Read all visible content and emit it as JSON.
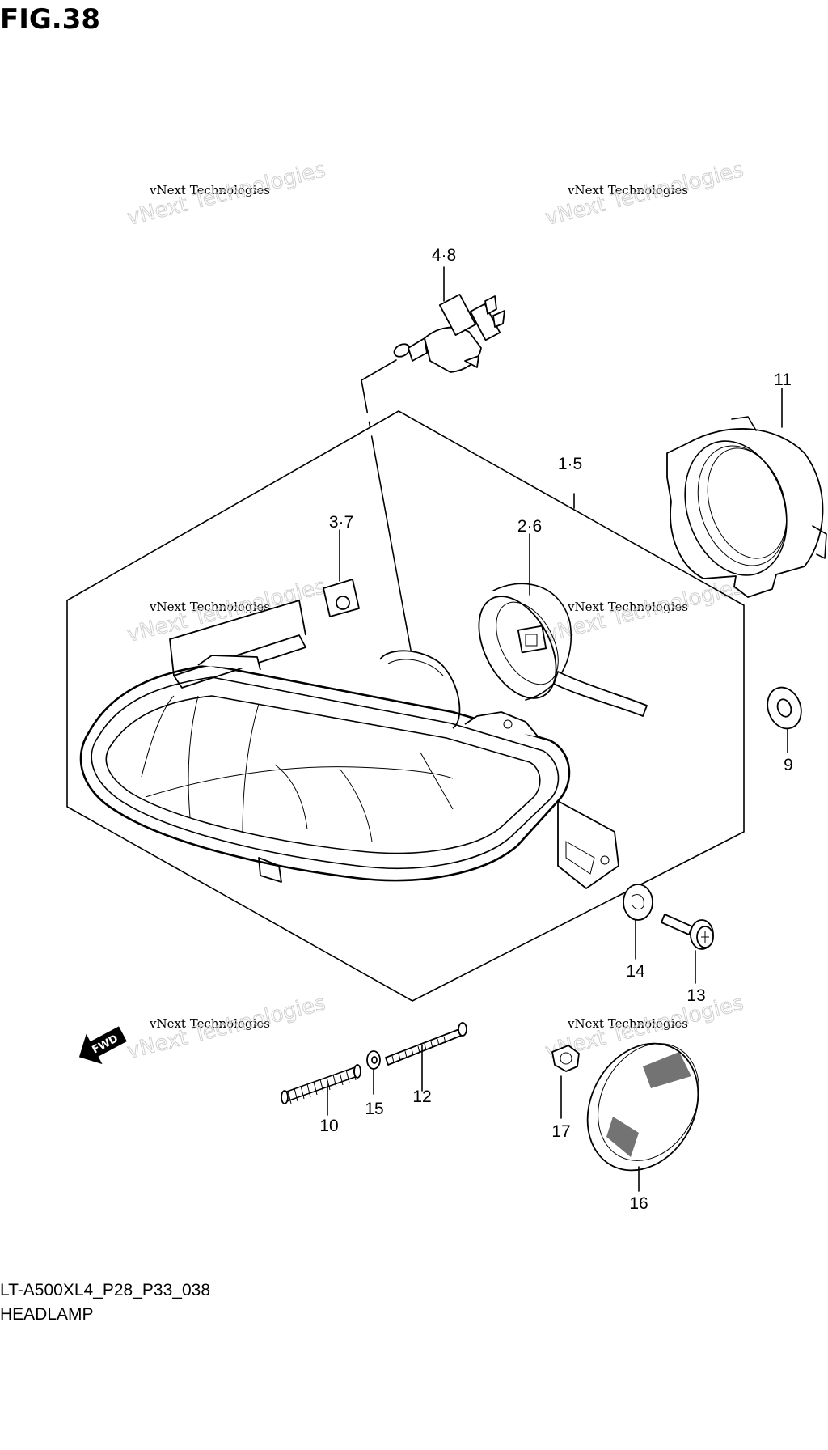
{
  "figure": {
    "title": "FIG.38"
  },
  "callouts": {
    "c48": "4·8",
    "c15": "1·5",
    "c37": "3·7",
    "c26": "2·6",
    "c11": "11",
    "c9": "9",
    "c14": "14",
    "c13": "13",
    "c10": "10",
    "c15b": "15",
    "c12": "12",
    "c17": "17",
    "c16": "16"
  },
  "direction_arrow": {
    "label": "FWD"
  },
  "watermark": {
    "line1": "vNext Technologies",
    "line2": "vNext Technologies"
  },
  "caption": {
    "model": "LT-A500XL4_P28_P33_038",
    "name": "HEADLAMP"
  }
}
